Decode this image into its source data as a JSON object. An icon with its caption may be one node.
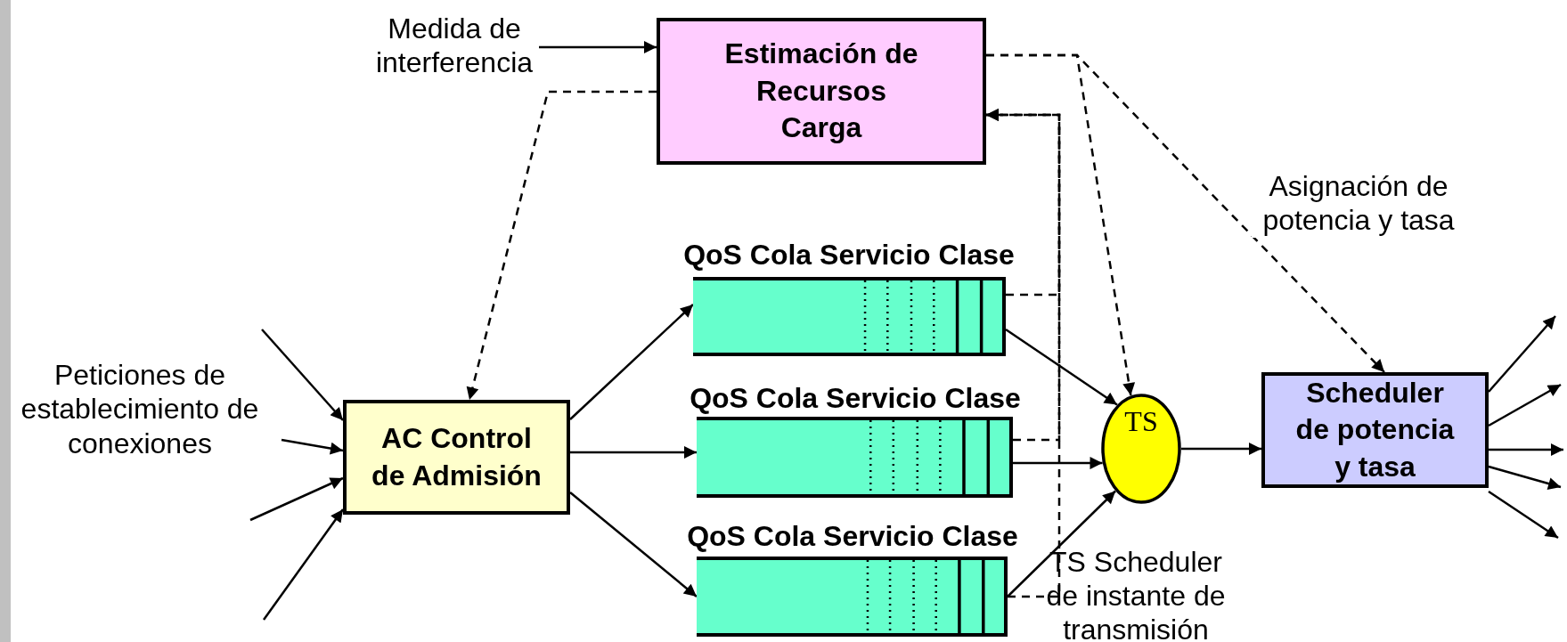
{
  "diagram": {
    "nodes": [
      {
        "text": [
          "Estimación de Recursos Carga"
        ]
      },
      {
        "text": [
          "Medida de interferencia"
        ]
      },
      {
        "text": [
          "AC Control de Admisión"
        ]
      },
      {
        "text": [
          "QoS Cola Servicio Clase"
        ]
      },
      {
        "text": [
          "QoS Cola Servicio Clase"
        ]
      },
      {
        "text": [
          "QoS Cola Servicio Clase"
        ]
      },
      {
        "text": [
          "TS"
        ],
        "beside": [
          "TS Scheduler de instante de transmisión"
        ]
      },
      {
        "text": [
          "Scheduler de potencia y tasa"
        ]
      }
    ],
    "edges": [
      {
        "from": 1,
        "to": 0,
        "arrow": "to"
      },
      {
        "from": 0,
        "to": 2,
        "arrow": "to",
        "style": "dashed"
      },
      {
        "from": 0,
        "to": 6,
        "arrow": "to",
        "style": "dashed"
      },
      {
        "from": 0,
        "to": 7,
        "arrow": "to",
        "style": "dashed",
        "label": "Asignación de potencia y tasa"
      },
      {
        "from": 3,
        "to": 0,
        "arrow": "to",
        "style": "dashed"
      },
      {
        "from": 4,
        "to": 0,
        "arrow": "to",
        "style": "dashed"
      },
      {
        "from": 5,
        "to": 0,
        "arrow": "to",
        "style": "dashed"
      },
      {
        "from": 2,
        "to": 3,
        "arrow": "to"
      },
      {
        "from": 2,
        "to": 4,
        "arrow": "to"
      },
      {
        "from": 2,
        "to": 5,
        "arrow": "to"
      },
      {
        "from": 3,
        "to": 6,
        "arrow": "to"
      },
      {
        "from": 4,
        "to": 6,
        "arrow": "to"
      },
      {
        "from": 5,
        "to": 6,
        "arrow": "to"
      },
      {
        "from": 6,
        "to": 7,
        "arrow": "to"
      },
      {
        "from": null,
        "to": 2,
        "arrow": "to"
      },
      {
        "from": null,
        "to": 2,
        "arrow": "to"
      },
      {
        "from": null,
        "to": 2,
        "arrow": "to"
      },
      {
        "from": null,
        "to": 2,
        "arrow": "to"
      },
      {
        "from": 7,
        "to": null,
        "arrow": "to"
      },
      {
        "from": 7,
        "to": null,
        "arrow": "to"
      },
      {
        "from": 7,
        "to": null,
        "arrow": "to"
      },
      {
        "from": 7,
        "to": null,
        "arrow": "to"
      },
      {
        "from": 7,
        "to": null,
        "arrow": "to"
      }
    ],
    "labels": [
      "Peticiones de establecimiento de conexiones"
    ]
  }
}
